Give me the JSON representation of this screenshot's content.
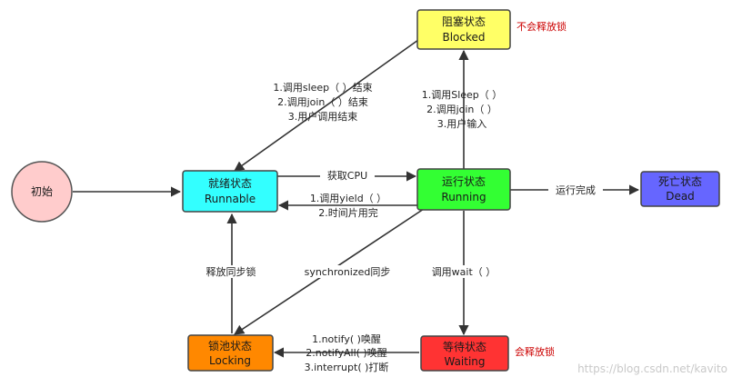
{
  "nodes": {
    "initial": {
      "title": "初始",
      "color": "#ffcccc"
    },
    "runnable": {
      "title": "就绪状态",
      "sub": "Runnable",
      "color": "#33ffff"
    },
    "running": {
      "title": "运行状态",
      "sub": "Running",
      "color": "#33ff33"
    },
    "blocked": {
      "title": "阻塞状态",
      "sub": "Blocked",
      "color": "#ffff66"
    },
    "dead": {
      "title": "死亡状态",
      "sub": "Dead",
      "color": "#6666ff"
    },
    "locking": {
      "title": "锁池状态",
      "sub": "Locking",
      "color": "#ff8800"
    },
    "waiting": {
      "title": "等待状态",
      "sub": "Waiting",
      "color": "#ff3333"
    }
  },
  "notes": {
    "blocked": "不会释放锁",
    "waiting": "会释放锁"
  },
  "edges": {
    "get_cpu": "获取CPU",
    "run_complete": "运行完成",
    "yield_1": "1.调用yield（  ）",
    "yield_2": "2.时间片用完",
    "to_blocked_1": "1.调用Sleep（  ）",
    "to_blocked_2": "2.调用join（  ）",
    "to_blocked_3": "3.用户输入",
    "from_blocked_1": "1.调用sleep（  ）结束",
    "from_blocked_2": "2.调用join（  ）结束",
    "from_blocked_3": "3.用户调用结束",
    "synchronized": "synchronized同步",
    "release_lock": "释放同步锁",
    "call_wait": "调用wait（  ）",
    "notify_1": "1.notify(  )唤醒",
    "notify_2": "2.notifyAll(  )唤醒",
    "notify_3": "3.interrupt(  )打断"
  },
  "watermark": "https://blog.csdn.net/kavito"
}
